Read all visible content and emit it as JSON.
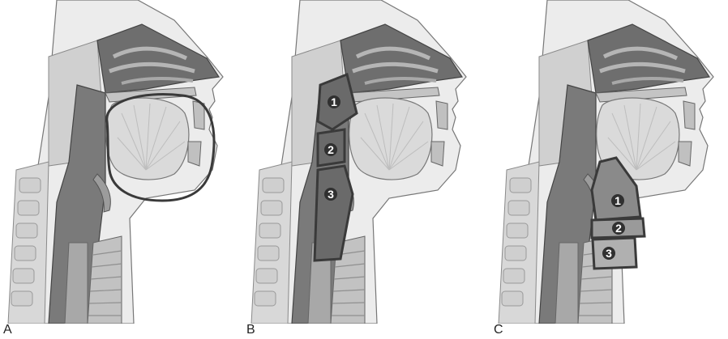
{
  "panels": [
    {
      "letter": "A"
    },
    {
      "letter": "B",
      "regions": [
        "1",
        "2",
        "3"
      ]
    },
    {
      "letter": "C",
      "regions": [
        "1",
        "2",
        "3"
      ]
    }
  ],
  "colors": {
    "outline": "#3a3a3a",
    "airway": "#8a8a8a",
    "skin": "#e8e8e8",
    "tissue": "#bdbdbd",
    "highlight": "#505050"
  }
}
